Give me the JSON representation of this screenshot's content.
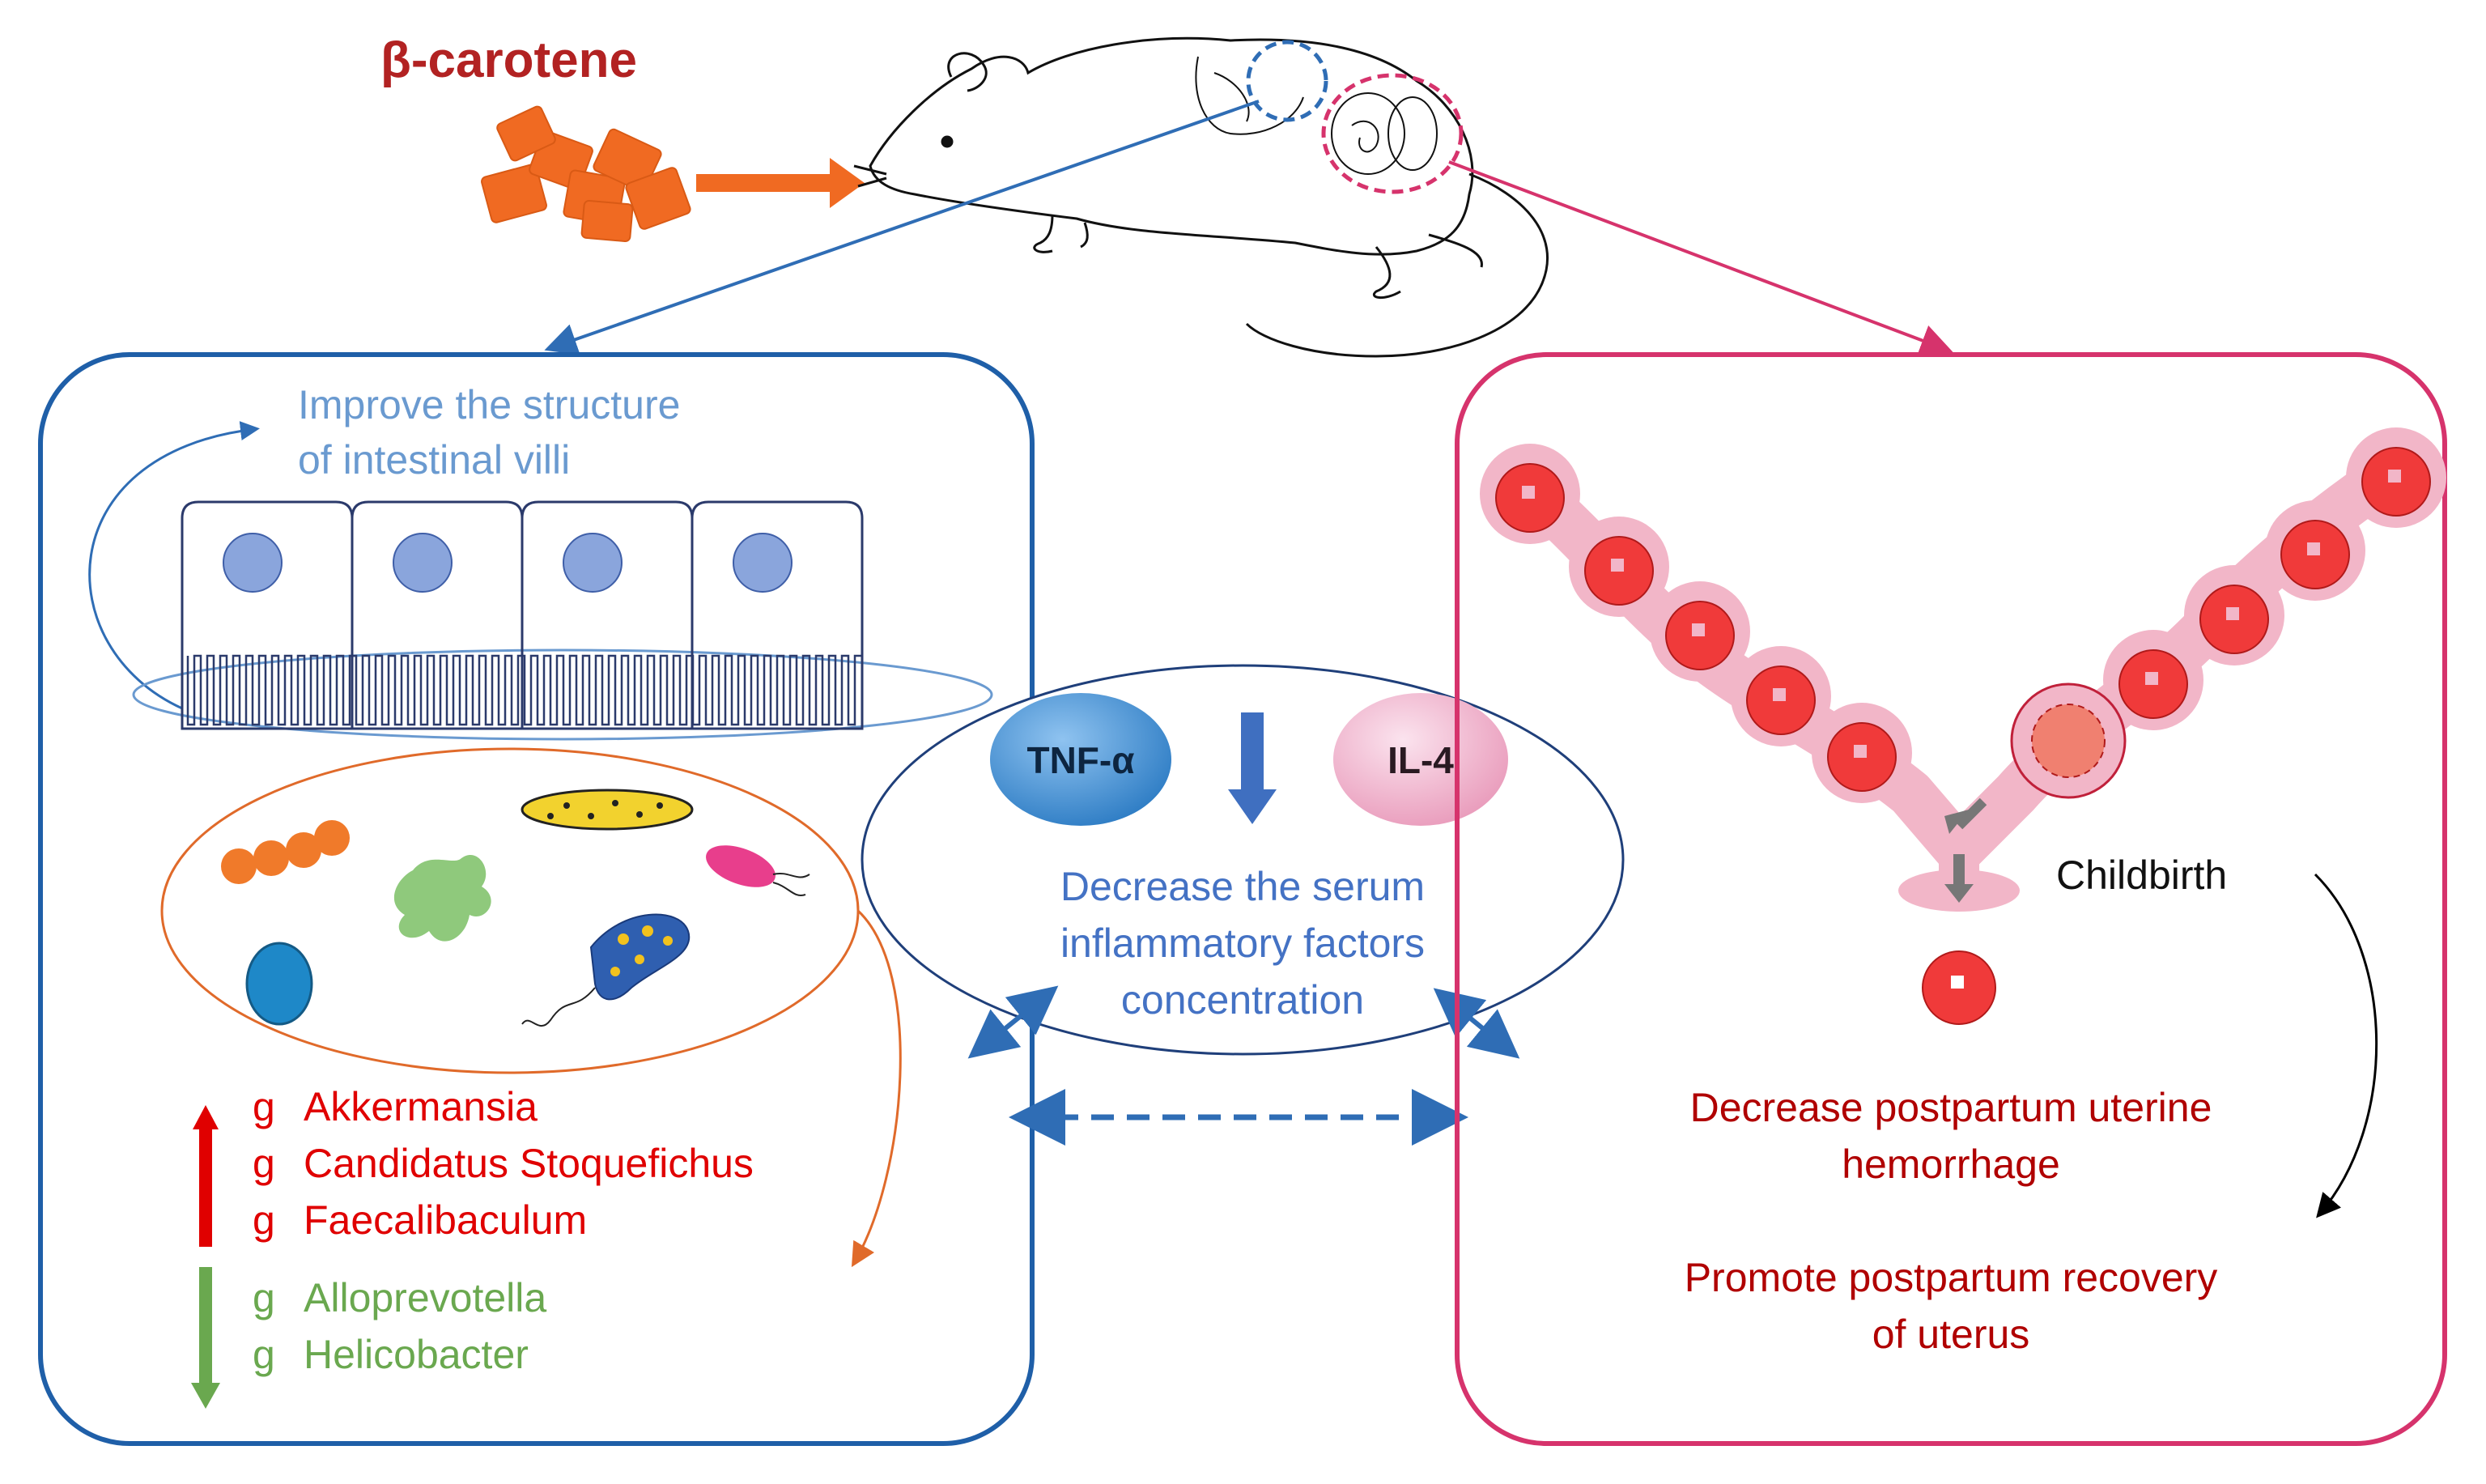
{
  "title": "β-carotene",
  "intestine": {
    "villi_caption_1": "Improve the structure",
    "villi_caption_2": "of intestinal villi"
  },
  "microbiota": {
    "prefix": "g",
    "increased": [
      "Akkermansia",
      "Candidatus Stoquefichus",
      "Faecalibaculum"
    ],
    "decreased": [
      "Alloprevotella",
      "Helicobacter"
    ]
  },
  "serum": {
    "factor_1": "TNF-α",
    "factor_2": "IL-4",
    "line_1": "Decrease the serum",
    "line_2": "inflammatory factors",
    "line_3": "concentration"
  },
  "uterus": {
    "childbirth": "Childbirth",
    "outcome_1_line_1": "Decrease postpartum uterine",
    "outcome_1_line_2": "hemorrhage",
    "outcome_2_line_1": "Promote postpartum recovery",
    "outcome_2_line_2": "of uterus"
  },
  "colors": {
    "title": "#b22222",
    "blue_box": "#1f5fa8",
    "pink_box": "#d6336c",
    "up_red": "#e00000",
    "down_green": "#6aa84f",
    "caption_blue": "#6a9ad0",
    "serum_text": "#4472c4",
    "outcome_red": "#b00000"
  }
}
